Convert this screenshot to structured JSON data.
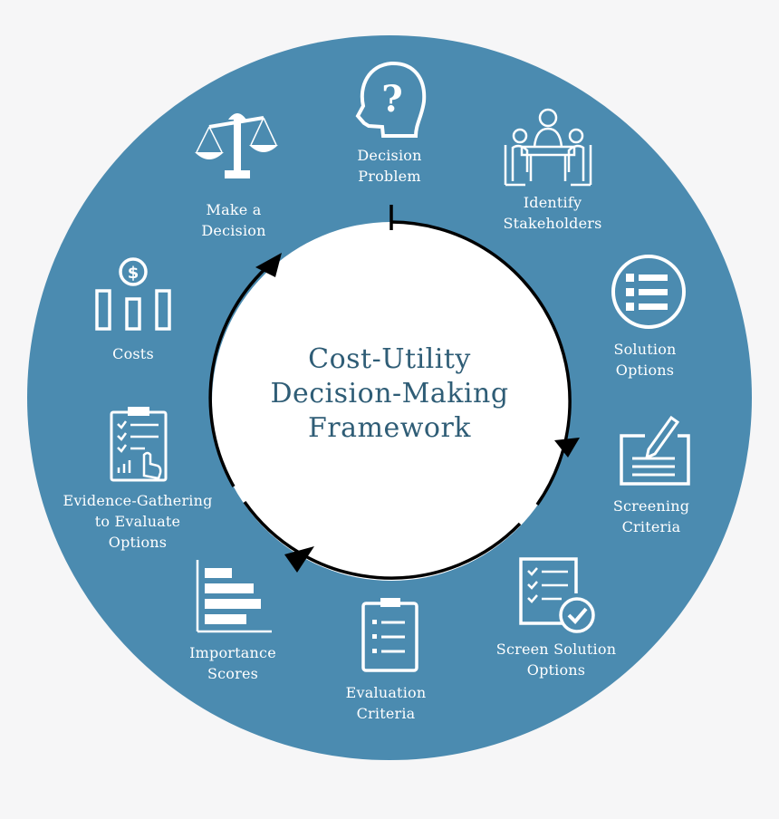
{
  "title": "Cost-Utility\nDecision-Making\nFramework",
  "colors": {
    "ring": "#4b8bb0",
    "background": "#f6f6f7",
    "title": "#2f5d76",
    "icon": "#ffffff"
  },
  "steps": [
    {
      "label": "Decision\nProblem",
      "icon": "head-question-icon"
    },
    {
      "label": "Identify\nStakeholders",
      "icon": "meeting-people-icon"
    },
    {
      "label": "Solution\nOptions",
      "icon": "list-circle-icon"
    },
    {
      "label": "Screening\nCriteria",
      "icon": "pencil-form-icon"
    },
    {
      "label": "Screen Solution\nOptions",
      "icon": "checklist-check-icon"
    },
    {
      "label": "Evaluation\nCriteria",
      "icon": "clipboard-list-icon"
    },
    {
      "label": "Importance\nScores",
      "icon": "bar-chart-icon"
    },
    {
      "label": "Evidence-Gathering\nto Evaluate\nOptions",
      "icon": "clipboard-hand-icon"
    },
    {
      "label": "Costs",
      "icon": "dollar-bars-icon"
    },
    {
      "label": "Make a\nDecision",
      "icon": "scales-icon"
    }
  ]
}
